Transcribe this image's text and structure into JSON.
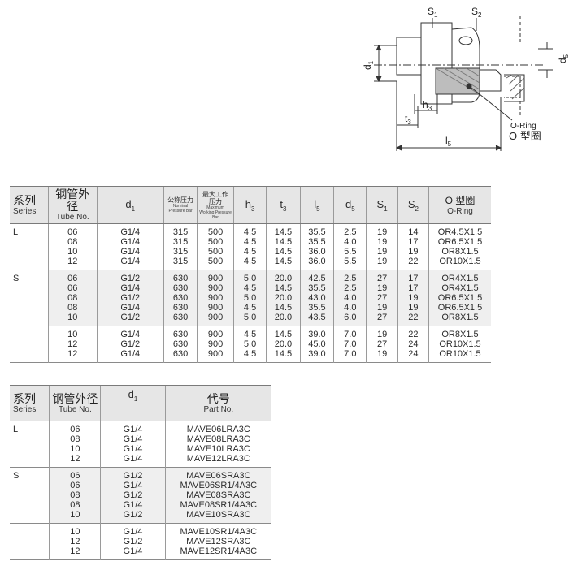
{
  "drawing": {
    "labels": {
      "s1": "S",
      "s2": "S",
      "d1": "d",
      "d5": "d",
      "h3": "h",
      "t3": "t",
      "l5": "l",
      "oring_en": "O-Ring",
      "oring_cn": "O 型圈"
    },
    "subscripts": {
      "s1": "1",
      "s2": "2",
      "d1": "1",
      "d5": "5",
      "h3": "3",
      "t3": "3",
      "l5": "5"
    }
  },
  "spec_table": {
    "headers": {
      "series_cn": "系列",
      "series_en": "Series",
      "tube_cn": "钢管外径",
      "tube_en": "Tube No.",
      "d1": "d",
      "d1_sub": "1",
      "nominal_cn": "公称压力",
      "nominal_en": "Nominal Pressure Bar",
      "max_cn": "最大工作压力",
      "max_en": "Maximum Working Pressure Bar",
      "h3": "h",
      "h3_sub": "3",
      "t3": "t",
      "t3_sub": "3",
      "l5": "l",
      "l5_sub": "5",
      "d5": "d",
      "d5_sub": "5",
      "s1": "S",
      "s1_sub": "1",
      "s2": "S",
      "s2_sub": "2",
      "oring_cn": "O 型圈",
      "oring_en": "O-Ring"
    },
    "groups": [
      {
        "series": "L",
        "tube": [
          "06",
          "08",
          "10",
          "12"
        ],
        "d1": [
          "G1/4",
          "G1/4",
          "G1/4",
          "G1/4"
        ],
        "nominal": [
          "315",
          "315",
          "315",
          "315"
        ],
        "max": [
          "500",
          "500",
          "500",
          "500"
        ],
        "h3": [
          "4.5",
          "4.5",
          "4.5",
          "4.5"
        ],
        "t3": [
          "14.5",
          "14.5",
          "14.5",
          "14.5"
        ],
        "l5": [
          "35.5",
          "35.5",
          "36.0",
          "36.0"
        ],
        "d5": [
          "2.5",
          "4.0",
          "5.5",
          "5.5"
        ],
        "s1": [
          "19",
          "19",
          "19",
          "19"
        ],
        "s2": [
          "14",
          "17",
          "19",
          "22"
        ],
        "oring": [
          "OR4.5X1.5",
          "OR6.5X1.5",
          "OR8X1.5",
          "OR10X1.5"
        ]
      },
      {
        "series": "S",
        "tube": [
          "06",
          "06",
          "08",
          "08",
          "10"
        ],
        "d1": [
          "G1/2",
          "G1/4",
          "G1/2",
          "G1/4",
          "G1/2"
        ],
        "nominal": [
          "630",
          "630",
          "630",
          "630",
          "630"
        ],
        "max": [
          "900",
          "900",
          "900",
          "900",
          "900"
        ],
        "h3": [
          "5.0",
          "4.5",
          "5.0",
          "4.5",
          "5.0"
        ],
        "t3": [
          "20.0",
          "14.5",
          "20.0",
          "14.5",
          "20.0"
        ],
        "l5": [
          "42.5",
          "35.5",
          "43.0",
          "35.5",
          "43.5"
        ],
        "d5": [
          "2.5",
          "2.5",
          "4.0",
          "4.0",
          "6.0"
        ],
        "s1": [
          "27",
          "19",
          "27",
          "19",
          "27"
        ],
        "s2": [
          "17",
          "17",
          "19",
          "19",
          "22"
        ],
        "oring": [
          "OR4X1.5",
          "OR4X1.5",
          "OR6.5X1.5",
          "OR6.5X1.5",
          "OR8X1.5"
        ]
      },
      {
        "series": "",
        "tube": [
          "10",
          "12",
          "12"
        ],
        "d1": [
          "G1/4",
          "G1/2",
          "G1/4"
        ],
        "nominal": [
          "630",
          "630",
          "630"
        ],
        "max": [
          "900",
          "900",
          "900"
        ],
        "h3": [
          "4.5",
          "5.0",
          "4.5"
        ],
        "t3": [
          "14.5",
          "20.0",
          "14.5"
        ],
        "l5": [
          "39.0",
          "45.0",
          "39.0"
        ],
        "d5": [
          "7.0",
          "7.0",
          "7.0"
        ],
        "s1": [
          "19",
          "27",
          "19"
        ],
        "s2": [
          "22",
          "24",
          "24"
        ],
        "oring": [
          "OR8X1.5",
          "OR10X1.5",
          "OR10X1.5"
        ]
      }
    ]
  },
  "part_table": {
    "headers": {
      "series_cn": "系列",
      "series_en": "Series",
      "tube_cn": "钢管外径",
      "tube_en": "Tube No.",
      "d1": "d",
      "d1_sub": "1",
      "part_cn": "代号",
      "part_en": "Part No."
    },
    "groups": [
      {
        "series": "L",
        "tube": [
          "06",
          "08",
          "10",
          "12"
        ],
        "d1": [
          "G1/4",
          "G1/4",
          "G1/4",
          "G1/4"
        ],
        "part": [
          "MAVE06LRA3C",
          "MAVE08LRA3C",
          "MAVE10LRA3C",
          "MAVE12LRA3C"
        ]
      },
      {
        "series": "S",
        "tube": [
          "06",
          "06",
          "08",
          "08",
          "10"
        ],
        "d1": [
          "G1/2",
          "G1/4",
          "G1/2",
          "G1/4",
          "G1/2"
        ],
        "part": [
          "MAVE06SRA3C",
          "MAVE06SR1/4A3C",
          "MAVE08SRA3C",
          "MAVE08SR1/4A3C",
          "MAVE10SRA3C"
        ]
      },
      {
        "series": "",
        "tube": [
          "10",
          "12",
          "12"
        ],
        "d1": [
          "G1/4",
          "G1/2",
          "G1/4"
        ],
        "part": [
          "MAVE10SR1/4A3C",
          "MAVE12SRA3C",
          "MAVE12SR1/4A3C"
        ]
      }
    ]
  }
}
